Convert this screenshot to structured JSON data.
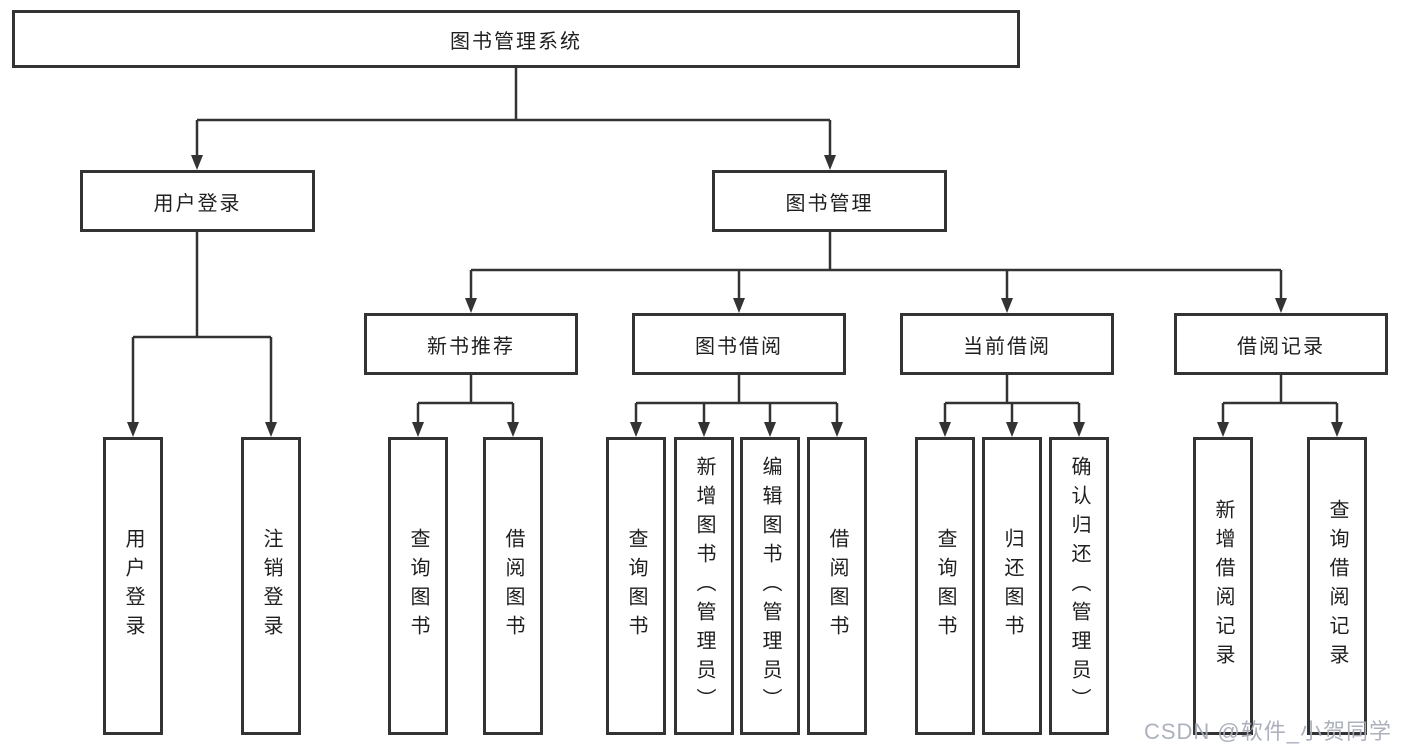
{
  "tree": {
    "label": "图书管理系统",
    "children": [
      {
        "label": "用户登录",
        "children": [
          {
            "label": "用户登录"
          },
          {
            "label": "注销登录"
          }
        ]
      },
      {
        "label": "图书管理",
        "children": [
          {
            "label": "新书推荐",
            "children": [
              {
                "label": "查询图书"
              },
              {
                "label": "借阅图书"
              }
            ]
          },
          {
            "label": "图书借阅",
            "children": [
              {
                "label": "查询图书"
              },
              {
                "label": "新增图书（管理员）"
              },
              {
                "label": "编辑图书（管理员）"
              },
              {
                "label": "借阅图书"
              }
            ]
          },
          {
            "label": "当前借阅",
            "children": [
              {
                "label": "查询图书"
              },
              {
                "label": "归还图书"
              },
              {
                "label": "确认归还（管理员）"
              }
            ]
          },
          {
            "label": "借阅记录",
            "children": [
              {
                "label": "新增借阅记录"
              },
              {
                "label": "查询借阅记录"
              }
            ]
          }
        ]
      }
    ]
  },
  "watermark": "CSDN @软件_小贺同学",
  "colors": {
    "line": "#333333",
    "text": "#1f1f1f",
    "background": "#ffffff",
    "watermark": "#a8adb8"
  }
}
